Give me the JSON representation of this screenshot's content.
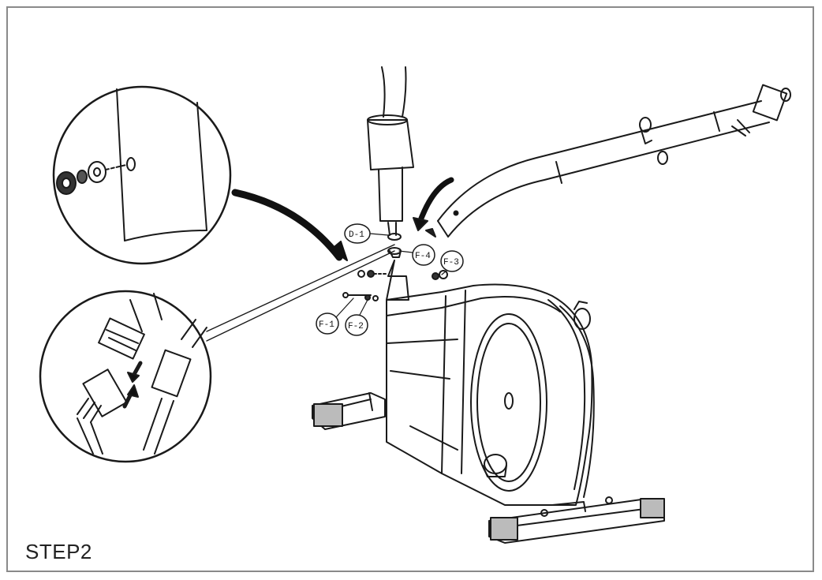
{
  "step": {
    "label": "STEP2"
  },
  "parts": [
    {
      "id": "d1",
      "label": "D-1"
    },
    {
      "id": "f4",
      "label": "F-4"
    },
    {
      "id": "f3",
      "label": "F-3"
    },
    {
      "id": "f1",
      "label": "F-1"
    },
    {
      "id": "f2",
      "label": "F-2"
    }
  ],
  "colors": {
    "stroke": "#1a1a1a",
    "frame": "#8a8a8a",
    "background": "#ffffff"
  }
}
